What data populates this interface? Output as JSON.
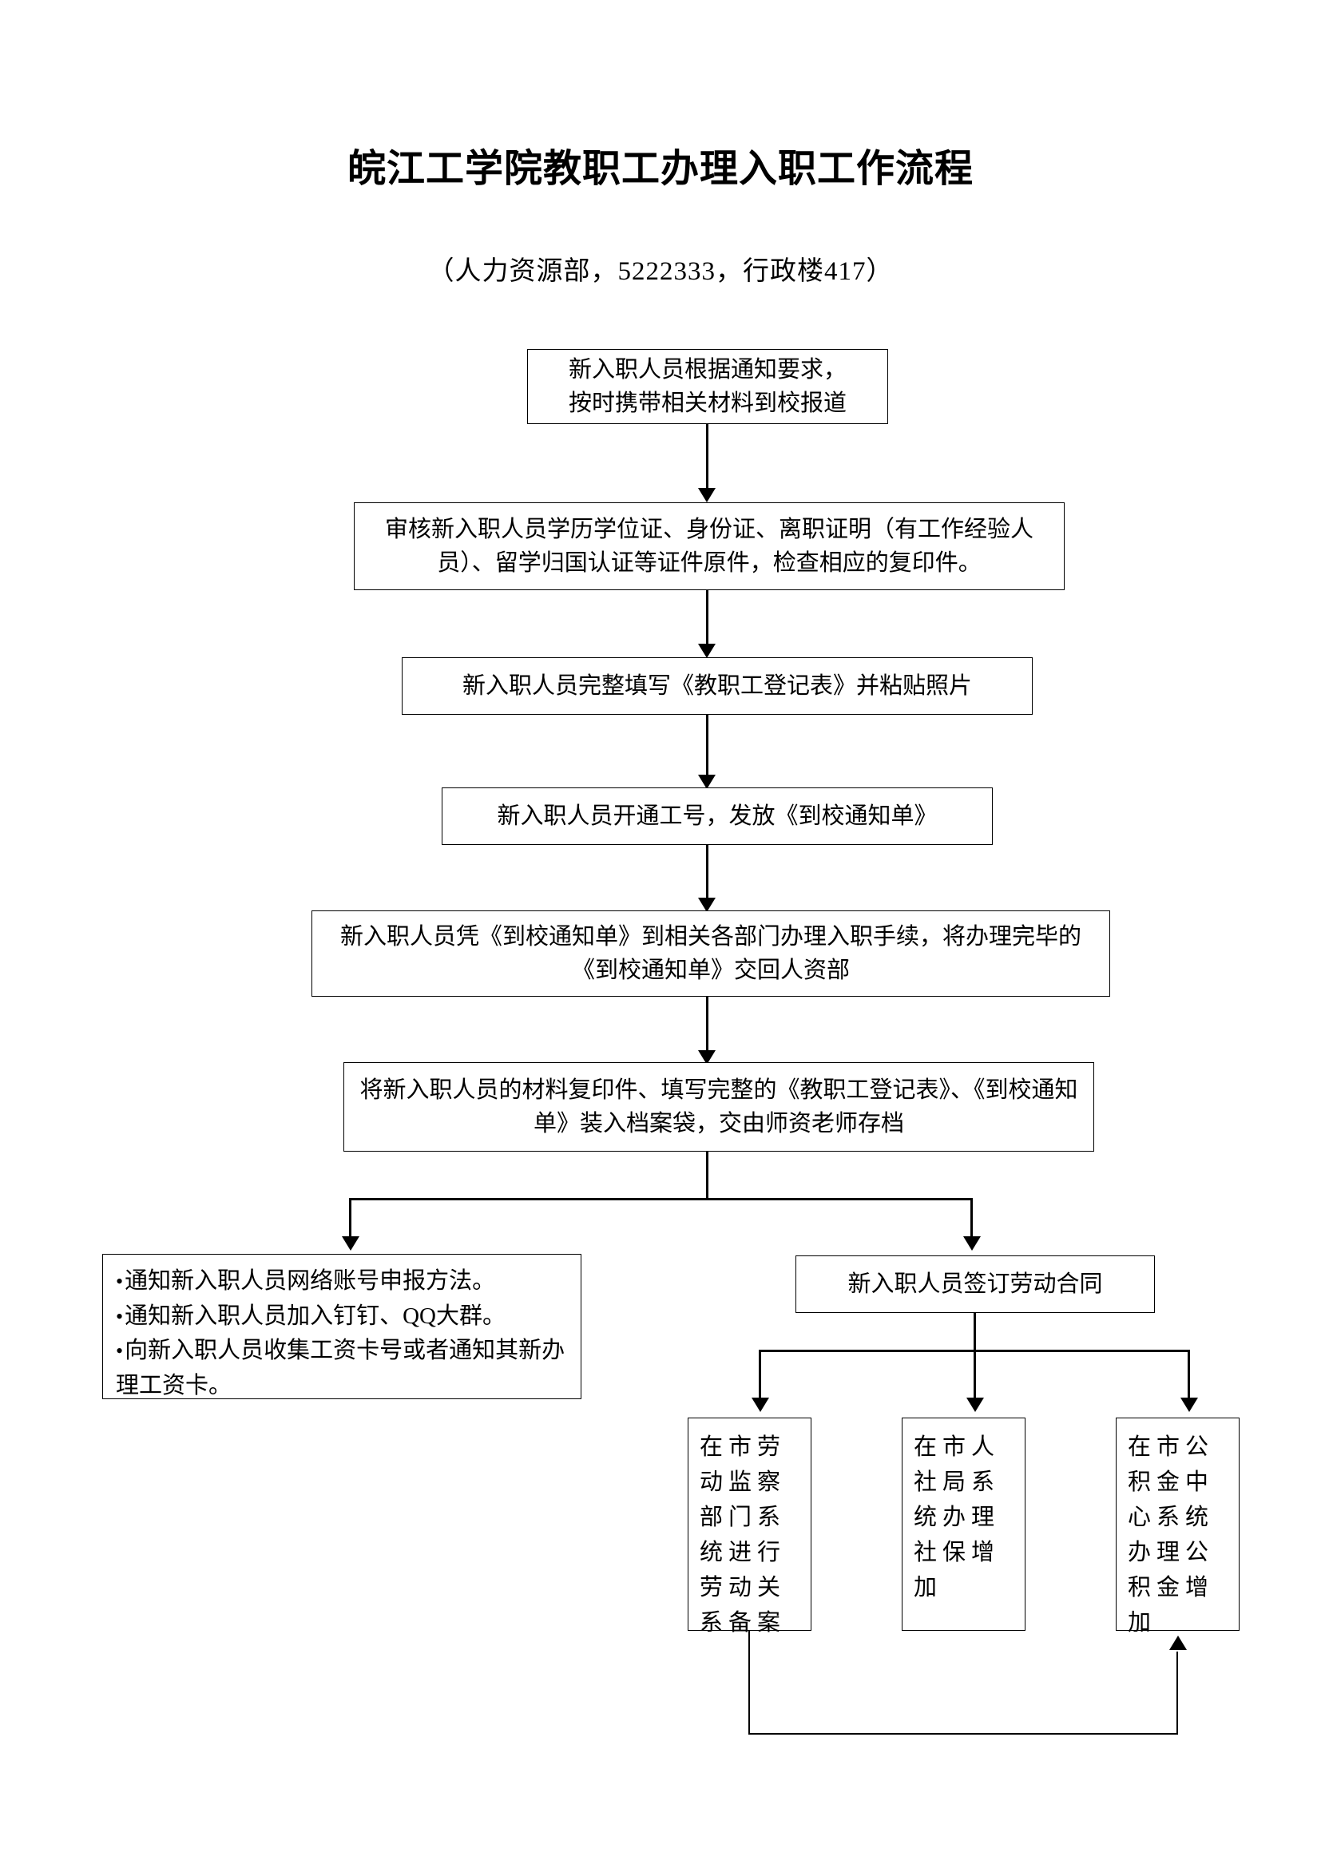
{
  "document": {
    "title": "皖江工学院教职工办理入职工作流程",
    "subtitle": "（人力资源部，5222333，行政楼417）"
  },
  "flow": {
    "steps": [
      {
        "id": "step-1",
        "text": "新入职人员根据通知要求，\n按时携带相关材料到校报道"
      },
      {
        "id": "step-2",
        "text": "审核新入职人员学历学位证、身份证、离职证明（有工作经验人员）、留学归国认证等证件原件，检查相应的复印件。"
      },
      {
        "id": "step-3",
        "text": "新入职人员完整填写《教职工登记表》并粘贴照片"
      },
      {
        "id": "step-4",
        "text": "新入职人员开通工号，发放《到校通知单》"
      },
      {
        "id": "step-5",
        "text": "新入职人员凭《到校通知单》到相关各部门办理入职手续，将办理完毕的《到校通知单》交回人资部"
      },
      {
        "id": "step-6",
        "text": "将新入职人员的材料复印件、填写完整的《教职工登记表》、《到校通知单》装入档案袋，交由师资老师存档"
      }
    ],
    "branch_left": {
      "id": "notice-list",
      "bullets": [
        "通知新入职人员网络账号申报方法。",
        "通知新入职人员加入钉钉、QQ大群。",
        "向新入职人员收集工资卡号或者通知其新办理工资卡。"
      ]
    },
    "branch_right": {
      "id": "contract",
      "text": "新入职人员签订劳动合同",
      "children": [
        {
          "id": "labor-record",
          "text": "在市劳动监察部门系统进行劳动关系备案"
        },
        {
          "id": "social-insurance",
          "text": "在市人社局系统办理社保增加"
        },
        {
          "id": "housing-fund",
          "text": "在市公积金中心系统办理公积金增加"
        }
      ]
    }
  },
  "style": {
    "line_color": "#000000",
    "box_fill": "#ffffff",
    "page_background": "#ffffff"
  }
}
